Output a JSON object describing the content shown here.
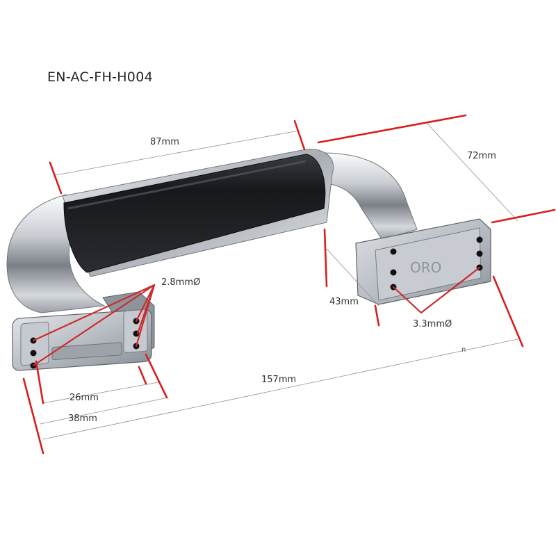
{
  "part_code": "EN-AC-FH-H004",
  "dimensions": {
    "grip_length": "87mm",
    "depth": "72mm",
    "height": "43mm",
    "overall_length": "157mm",
    "hole_spacing": "26mm",
    "base_width": "38mm",
    "hole_dia_small": "2.8mmØ",
    "hole_dia_large": "3.3mmØ",
    "stray_mark": "n"
  },
  "colors": {
    "dimension_line": "#d81e1e",
    "leader_line": "#e05a5a",
    "chrome_light": "#eef0f3",
    "chrome_dark": "#6b7078",
    "grip": "#1d1e22"
  }
}
